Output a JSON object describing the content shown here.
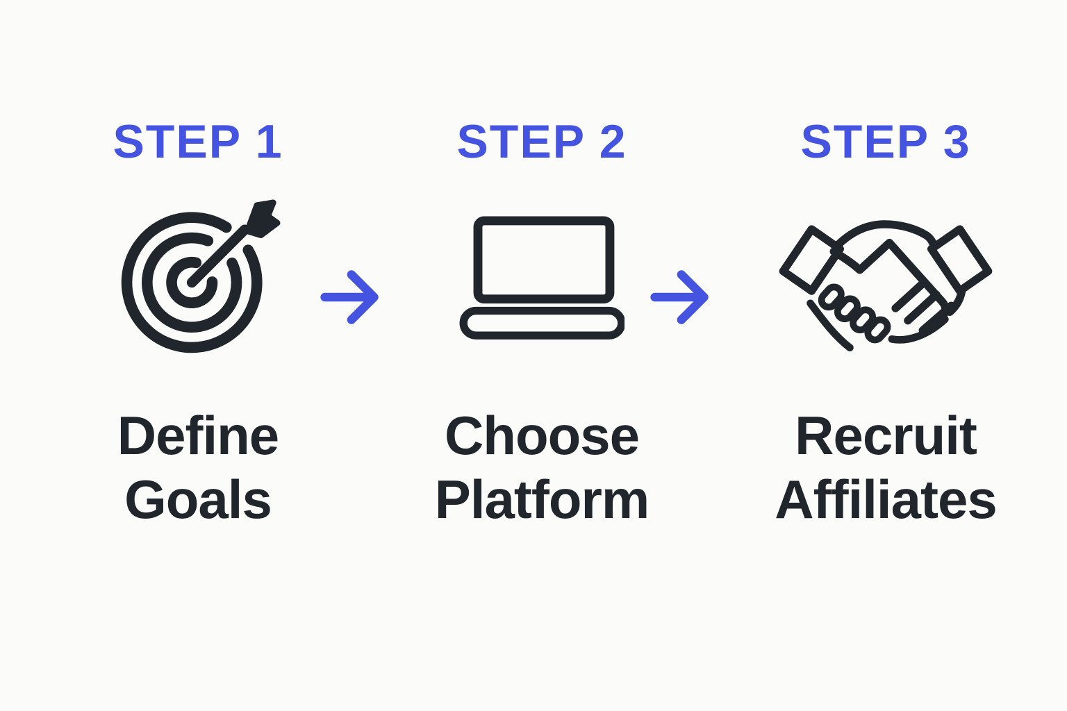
{
  "diagram": {
    "title_context": "three-step process infographic",
    "steps": [
      {
        "label": "STEP 1",
        "icon": "target-icon",
        "title": "Define\nGoals"
      },
      {
        "label": "STEP 2",
        "icon": "laptop-icon",
        "title": "Choose\nPlatform"
      },
      {
        "label": "STEP 3",
        "icon": "handshake-icon",
        "title": "Recruit\nAffiliates"
      }
    ],
    "connector": "right-arrow",
    "colors": {
      "accent_blue": "#4453E0",
      "ink": "#20262B",
      "background": "#FBFBF9"
    }
  }
}
